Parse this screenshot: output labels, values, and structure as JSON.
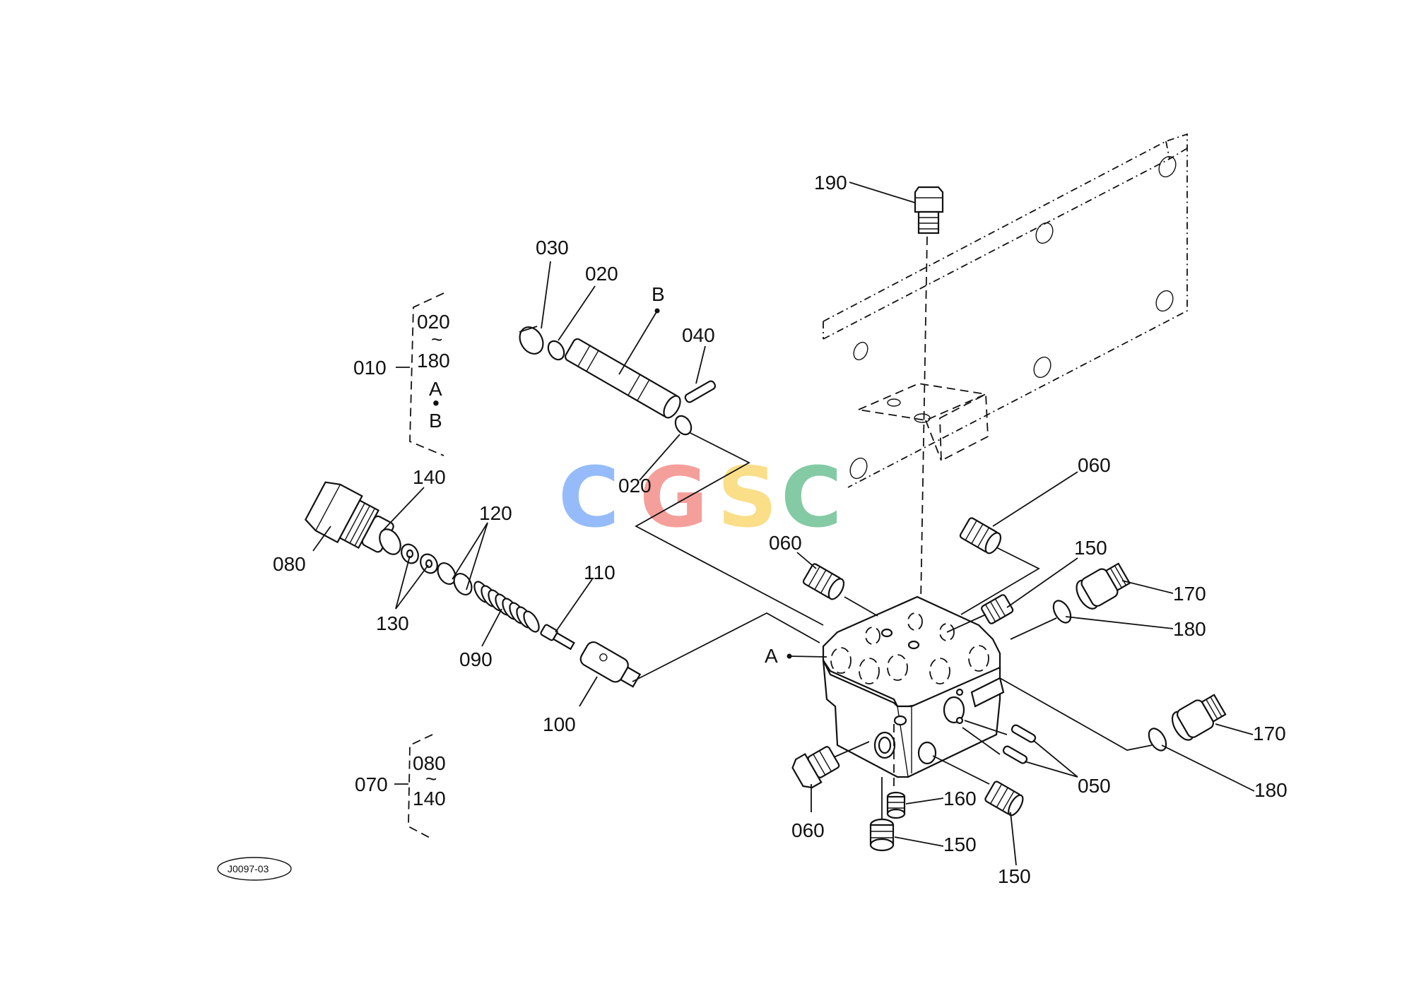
{
  "diagram_code": "J0097-03",
  "watermark": {
    "letters": [
      "C",
      "G",
      "S",
      "C"
    ],
    "colors": [
      "#4f8ef7",
      "#f0605a",
      "#f8c93a",
      "#34a86a"
    ]
  },
  "labels": {
    "p190": "190",
    "p030": "030",
    "p020a": "020",
    "refB": "B",
    "p040": "040",
    "p020b": "020",
    "p060a": "060",
    "p060b": "060",
    "p150a": "150",
    "p170a": "170",
    "p180a": "180",
    "refA": "A",
    "p140": "140",
    "p120": "120",
    "p080": "080",
    "p130": "130",
    "p110": "110",
    "p090": "090",
    "p100": "100",
    "p170b": "170",
    "p050": "050",
    "p180b": "180",
    "p160": "160",
    "p060c": "060",
    "p150b": "150",
    "p150c": "150"
  },
  "assembly_010": {
    "id": "010",
    "range_start": "020",
    "range_symbol": "~",
    "range_end": "180",
    "ref_a": "A",
    "ref_sep": "•",
    "ref_b": "B"
  },
  "assembly_070": {
    "id": "070",
    "range_start": "080",
    "range_symbol": "~",
    "range_end": "140"
  }
}
